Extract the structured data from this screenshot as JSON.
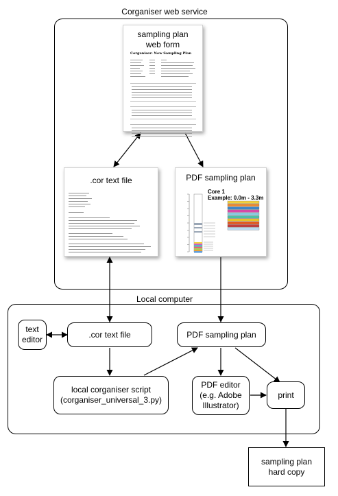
{
  "groups": {
    "web_service": "Corganiser web service",
    "local_computer": "Local computer"
  },
  "nodes": {
    "sampling_plan_web_form": "sampling plan web form",
    "cor_text_file_web": ".cor text file",
    "pdf_sampling_plan_web": "PDF sampling plan",
    "text_editor": "text editor",
    "cor_text_file_local": ".cor text file",
    "pdf_sampling_plan_local": "PDF sampling plan",
    "local_script": "local corganiser script (corganiser_universal_3.py)",
    "pdf_editor": "PDF editor (e.g. Adobe Illustrator)",
    "print": "print",
    "hard_copy": "sampling plan hard copy"
  },
  "thumbnails": {
    "web_form_heading": "Corganiser: New Sampling Plan",
    "pdf_core_title": "Core 1",
    "pdf_core_example": "Example: 0.0m - 3.3m"
  },
  "colors": {
    "legend_swatches": [
      "#f2d13c",
      "#f08a2e",
      "#3b86c8",
      "#d84aa8",
      "#8ad0e6",
      "#4ec1a5",
      "#e6c32a",
      "#e8571b",
      "#c33d3d",
      "#bcd9f0"
    ],
    "core_segments": [
      "#f2d13c",
      "#c95cc4",
      "#3cc8b8",
      "#e9567a",
      "#a3d257",
      "#e6a23a",
      "#4a91d9"
    ]
  }
}
